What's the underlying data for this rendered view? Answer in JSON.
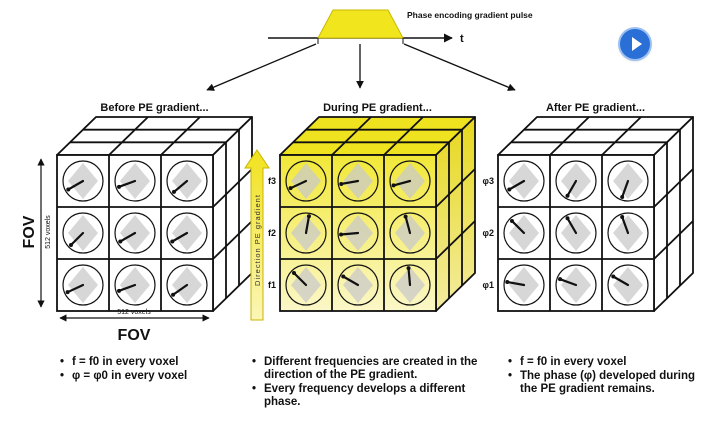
{
  "pulse": {
    "label": "Phase encoding gradient pulse",
    "axis": "t"
  },
  "panels": [
    {
      "title": "Before PE gradient...",
      "row_labels": [
        "",
        "",
        ""
      ],
      "angles": [
        [
          150,
          160,
          140
        ],
        [
          135,
          150,
          150
        ],
        [
          155,
          160,
          145
        ]
      ]
    },
    {
      "title": "During PE gradient...",
      "row_labels": [
        "f3",
        "f2",
        "f1"
      ],
      "angles": [
        [
          155,
          170,
          165
        ],
        [
          -80,
          175,
          -105
        ],
        [
          -135,
          -150,
          -95
        ]
      ]
    },
    {
      "title": "After PE gradient...",
      "row_labels": [
        "φ3",
        "φ2",
        "φ1"
      ],
      "angles": [
        [
          150,
          120,
          110
        ],
        [
          -135,
          -120,
          -110
        ],
        [
          -170,
          -160,
          -150
        ]
      ]
    }
  ],
  "fov": {
    "vertical_label": "FOV",
    "vertical_sub": "512 voxels",
    "horizontal_label": "FOV",
    "horizontal_sub": "512 voxels"
  },
  "direction_label": "Direction PE gradient",
  "bullets": {
    "before": [
      "f = f0 in every voxel",
      "φ = φ0 in every voxel"
    ],
    "during": [
      "Different frequencies are created in the direction of the PE gradient.",
      "Every frequency develops a different phase."
    ],
    "after": [
      "f = f0 in every voxel",
      "The phase (φ) developed during the PE gradient remains."
    ]
  },
  "colors": {
    "yellow_face": "#f4ea3a",
    "yellow_top": "#efe21f",
    "yellow_side": "#e3d31a",
    "play_button": "#2a6fd6"
  },
  "icons": {
    "play": "play-icon"
  }
}
